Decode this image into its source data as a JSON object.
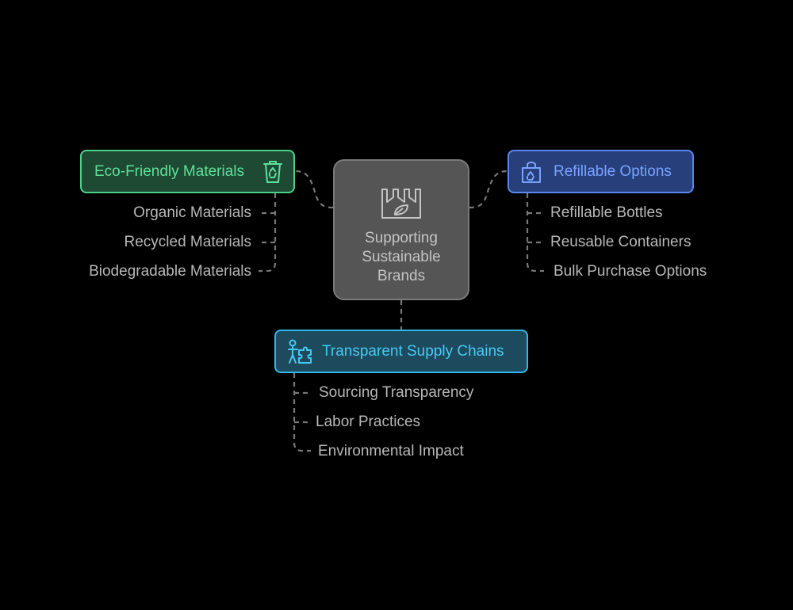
{
  "diagram": {
    "center": {
      "title": "Supporting\nSustainable\nBrands",
      "icon": "factory-leaf-icon"
    },
    "branches": [
      {
        "id": "eco",
        "label": "Eco-Friendly Materials",
        "icon": "recycle-bin-icon",
        "color": "#4fd08a",
        "items": [
          "Organic Materials",
          "Recycled Materials",
          "Biodegradable Materials"
        ]
      },
      {
        "id": "refill",
        "label": "Refillable Options",
        "icon": "recycle-bag-icon",
        "color": "#5b86f0",
        "items": [
          "Refillable Bottles",
          "Reusable Containers",
          "Bulk Purchase Options"
        ]
      },
      {
        "id": "supply",
        "label": "Transparent Supply Chains",
        "icon": "person-puzzle-icon",
        "color": "#2fb8e8",
        "items": [
          "Sourcing Transparency",
          "Labor Practices",
          "Environmental Impact"
        ]
      }
    ],
    "colors": {
      "background": "#000000",
      "connector": "#777777",
      "center_fill": "#555555",
      "leaf_text": "#b8b8b8"
    }
  }
}
